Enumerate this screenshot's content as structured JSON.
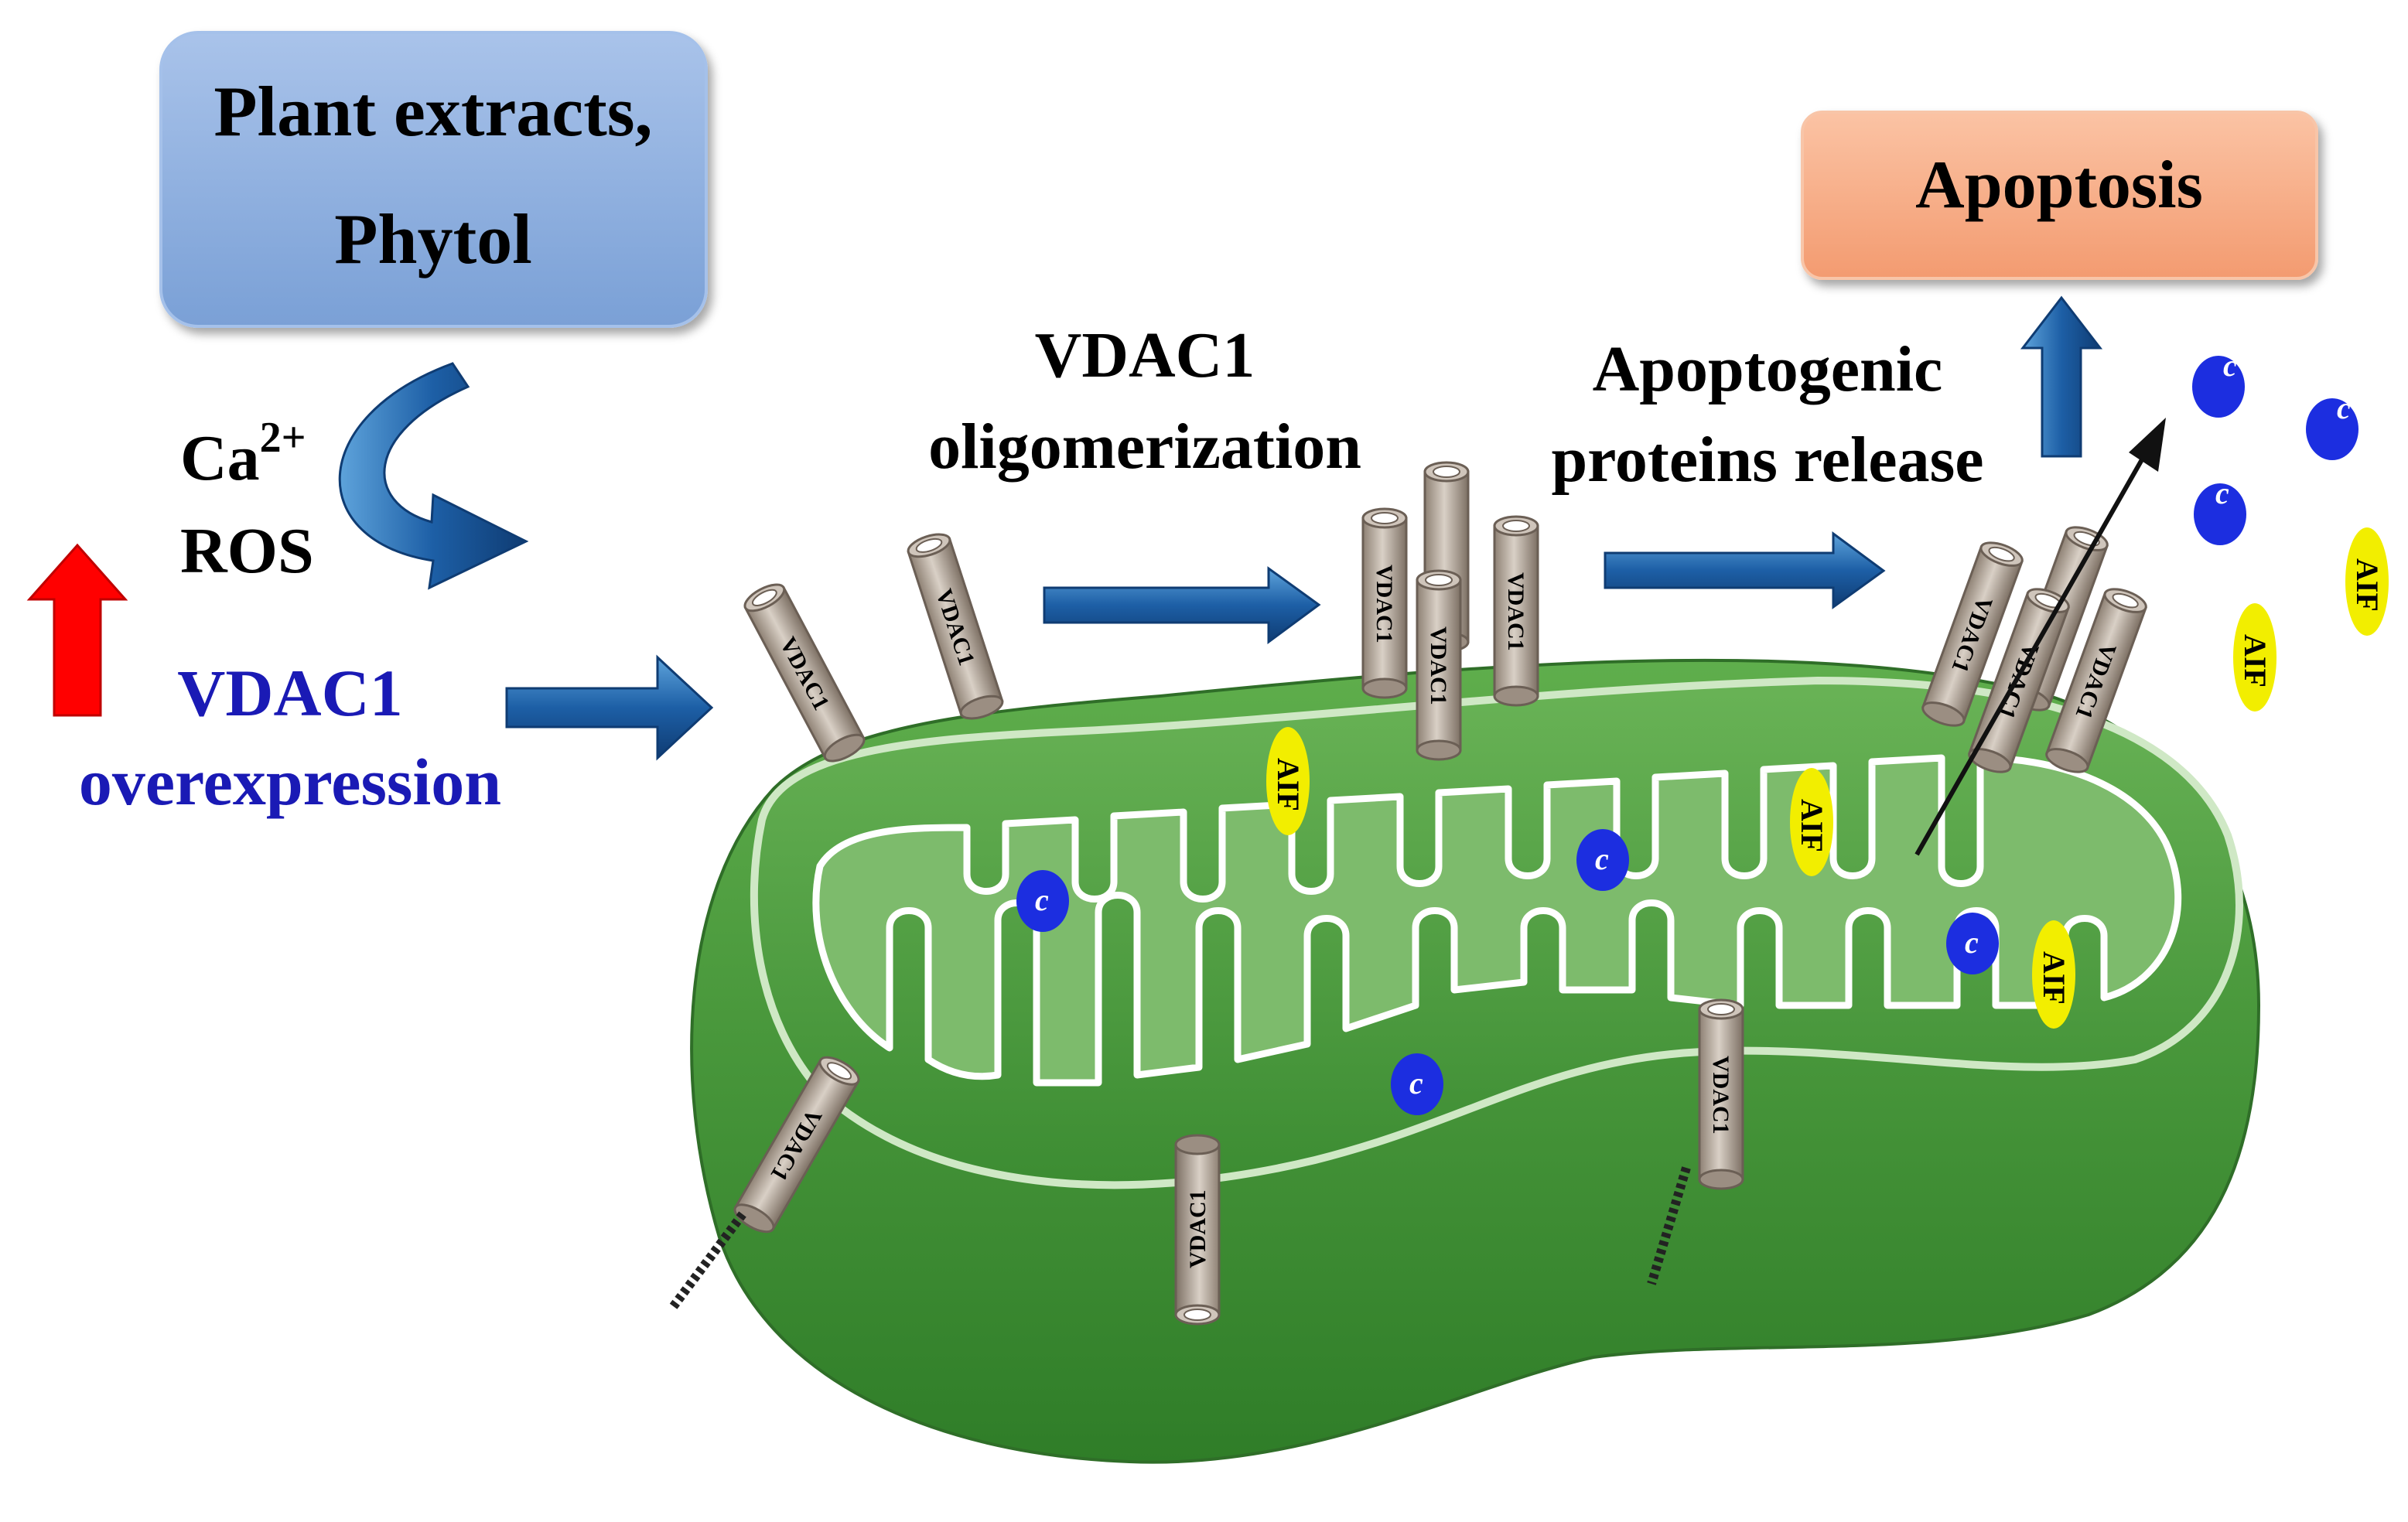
{
  "labels": {
    "source_line1": "Plant extracts,",
    "source_line2": "Phytol",
    "trigger_line1": "Ca",
    "trigger_sup": "2+",
    "trigger_line2": "ROS",
    "overexpression_line1": "VDAC1",
    "overexpression_line2": "overexpression",
    "oligomerization_line1": "VDAC1",
    "oligomerization_line2": "oligomerization",
    "release_line1": "Apoptogenic",
    "release_line2": "proteins release",
    "outcome": "Apoptosis"
  },
  "channel_label": "VDAC1",
  "aif_label": "AIF",
  "cytc_label": "c",
  "colors": {
    "source_box": "#8aabdb",
    "outcome_box": "#f6ab86",
    "overexpression_text": "#1a1ab5",
    "up_arrow": "#ff0000",
    "flow_arrow": "#1a5c9e",
    "mito_outer": "#4c9e3c",
    "mito_inner": "#3f8f34",
    "channel": "#b8aca0",
    "aif": "#f2ee00",
    "cytochrome_c": "#1c2ee0"
  }
}
